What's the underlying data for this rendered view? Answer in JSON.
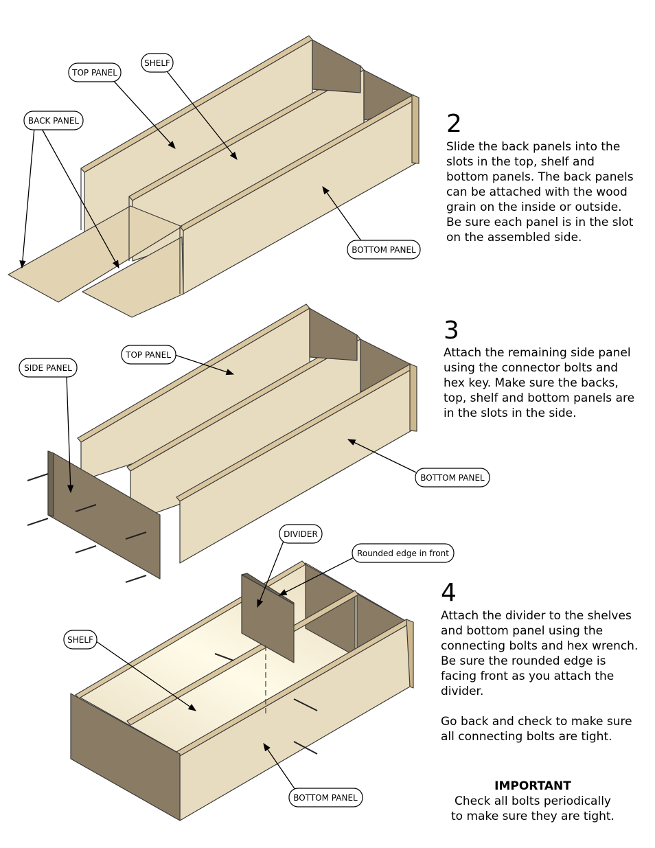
{
  "steps": [
    {
      "number": "2",
      "text": "Slide the back panels into the\nslots in the top, shelf and\nbottom panels.  The back panels\ncan be attached with the wood\ngrain on the inside or outside.\nBe sure each panel is in the slot\non the assembled side."
    },
    {
      "number": "3",
      "text": "Attach the remaining side panel\nusing the connector bolts and\nhex key.  Make sure the backs,\ntop, shelf and bottom panels are\nin the slots in the side."
    },
    {
      "number": "4",
      "text": "Attach the divider to the shelves\nand bottom panel using the\nconnecting bolts and hex wrench.\nBe sure the rounded edge is\nfacing front as you attach the\ndivider.\n\nGo back and check to make sure\nall connecting bolts are tight."
    }
  ],
  "important": {
    "title": "IMPORTANT",
    "text": "Check all bolts periodically\nto make sure they are tight."
  },
  "callouts": {
    "step2": {
      "top_panel": "TOP PANEL",
      "shelf": "SHELF",
      "back_panel": "BACK PANEL",
      "bottom_panel": "BOTTOM PANEL"
    },
    "step3": {
      "top_panel": "TOP PANEL",
      "side_panel": "SIDE PANEL",
      "bottom_panel": "BOTTOM PANEL"
    },
    "step4": {
      "divider": "DIVIDER",
      "rounded_edge": "Rounded edge in front",
      "shelf": "SHELF",
      "bottom_panel": "BOTTOM PANEL"
    }
  },
  "colors": {
    "wood_light": "#e8dcc0",
    "wood_mid": "#dcc9a3",
    "wood_dark": "#8a7b64",
    "wood_shadow": "#6f6552",
    "edge": "#3a3a3a"
  }
}
